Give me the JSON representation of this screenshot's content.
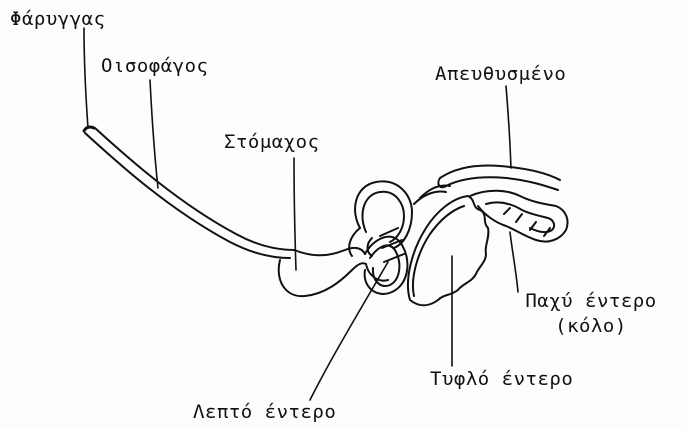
{
  "labels": {
    "pharynx": "Φάρυγγας",
    "esophagus": "Οισοφάγος",
    "stomach": "Στόμαχος",
    "rectum": "Απευθυσμένο",
    "colon_line1": "Παχύ έντερο",
    "colon_line2": "(κόλο)",
    "caecum": "Τυφλό έντερο",
    "small_intestine": "Λεπτό έντερο"
  },
  "colors": {
    "ink": "#111111",
    "paper": "#fdfdfc"
  }
}
